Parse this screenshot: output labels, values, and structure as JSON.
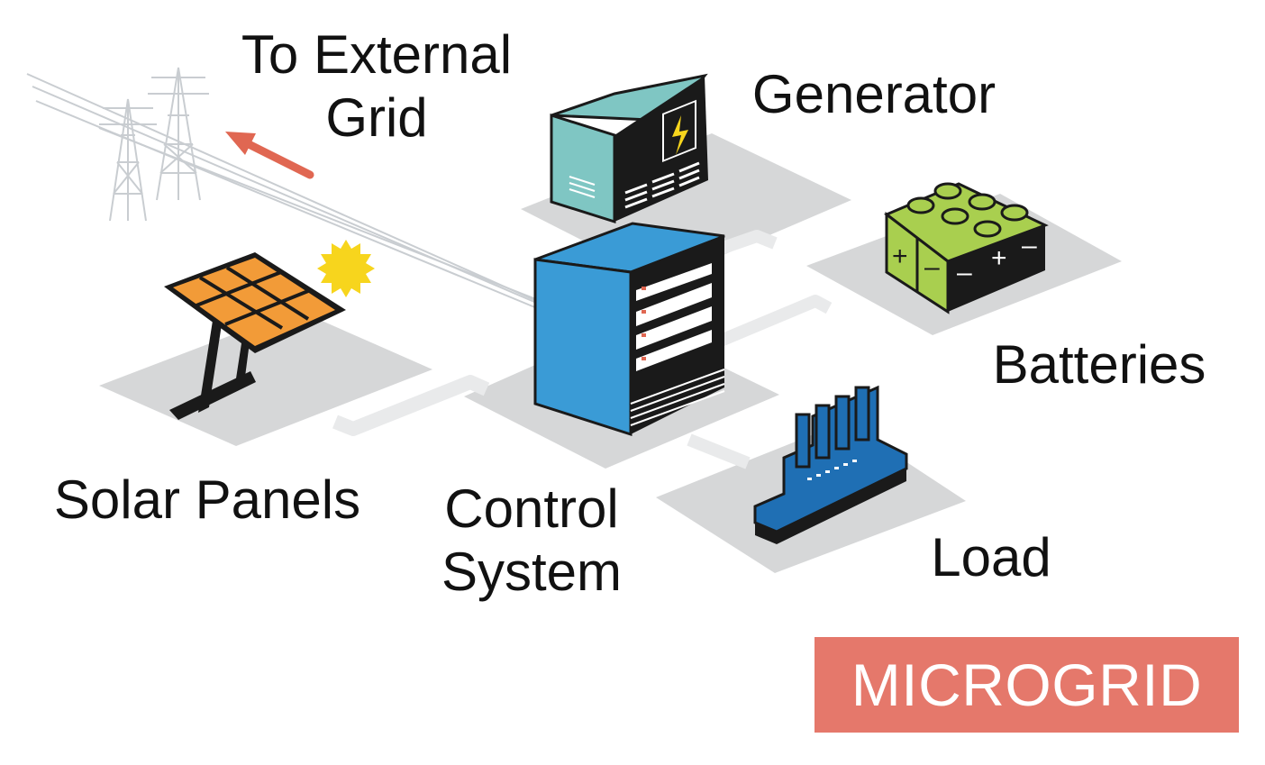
{
  "labels": {
    "grid_line1": "To External",
    "grid_line2": "Grid",
    "generator": "Generator",
    "batteries": "Batteries",
    "solar": "Solar Panels",
    "control_line1": "Control",
    "control_line2": "System",
    "load": "Load"
  },
  "badge": {
    "text": "MICROGRID"
  },
  "battery_markings": [
    "+",
    "–",
    "–",
    "+",
    "–"
  ],
  "colors": {
    "badge": "#e5786b",
    "ground_shadow": "#d6d7d8",
    "connector": "#e9eaeb",
    "control_cabinet": "#3a9bd6",
    "generator": "#7fc6c3",
    "battery": "#a9cf4f",
    "solar_panel": "#f29b38",
    "sun": "#f7d51d",
    "load": "#1f6fb4",
    "grid_arrow": "#e06752",
    "outline": "#1a1a1a"
  },
  "icons": [
    "transmission-tower-icon",
    "solar-panel-icon",
    "sun-icon",
    "generator-icon",
    "lightning-icon",
    "control-cabinet-icon",
    "battery-icon",
    "load-building-icon",
    "arrow-icon"
  ]
}
